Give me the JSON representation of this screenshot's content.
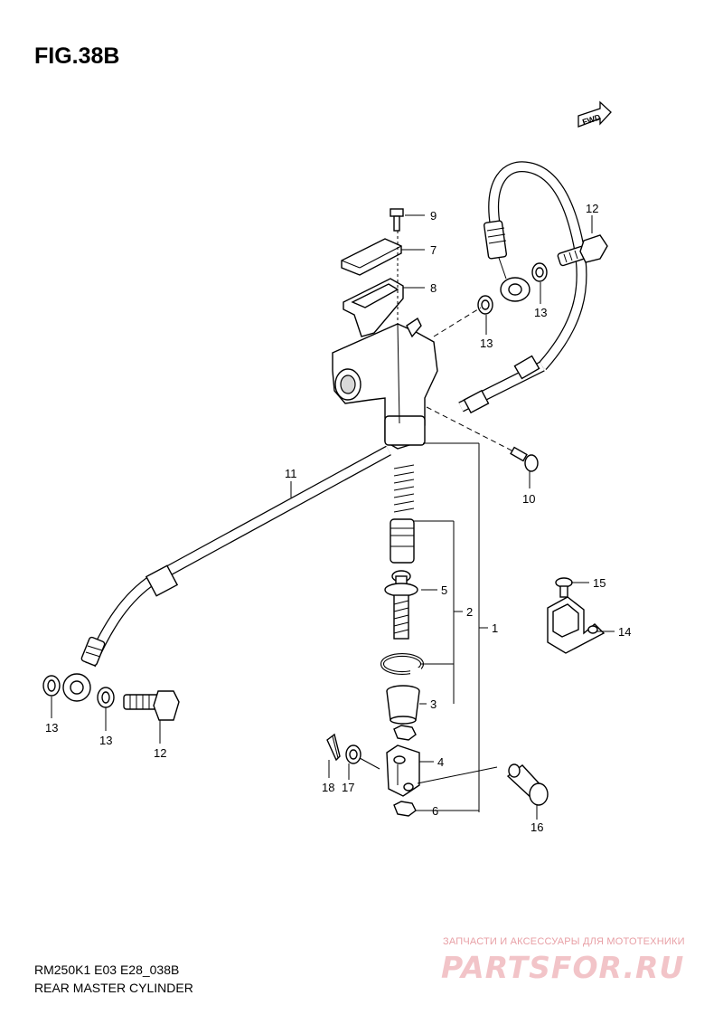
{
  "figure": {
    "title": "FIG.38B",
    "model_code": "RM250K1 E03 E28_038B",
    "name": "REAR MASTER CYLINDER"
  },
  "direction_label": "FWD",
  "watermark": {
    "tagline": "ЗАПЧАСТИ И АКСЕССУАРЫ ДЛЯ МОТОТЕХНИКИ",
    "brand": "PARTSFOR.RU"
  },
  "callouts": {
    "c1": "1",
    "c2": "2",
    "c3": "3",
    "c4": "4",
    "c5": "5",
    "c6": "6",
    "c7": "7",
    "c8": "8",
    "c9": "9",
    "c10": "10",
    "c11": "11",
    "c12a": "12",
    "c12b": "12",
    "c13a": "13",
    "c13b": "13",
    "c13c": "13",
    "c13d": "13",
    "c14": "14",
    "c15": "15",
    "c16": "16",
    "c17": "17",
    "c18": "18"
  }
}
